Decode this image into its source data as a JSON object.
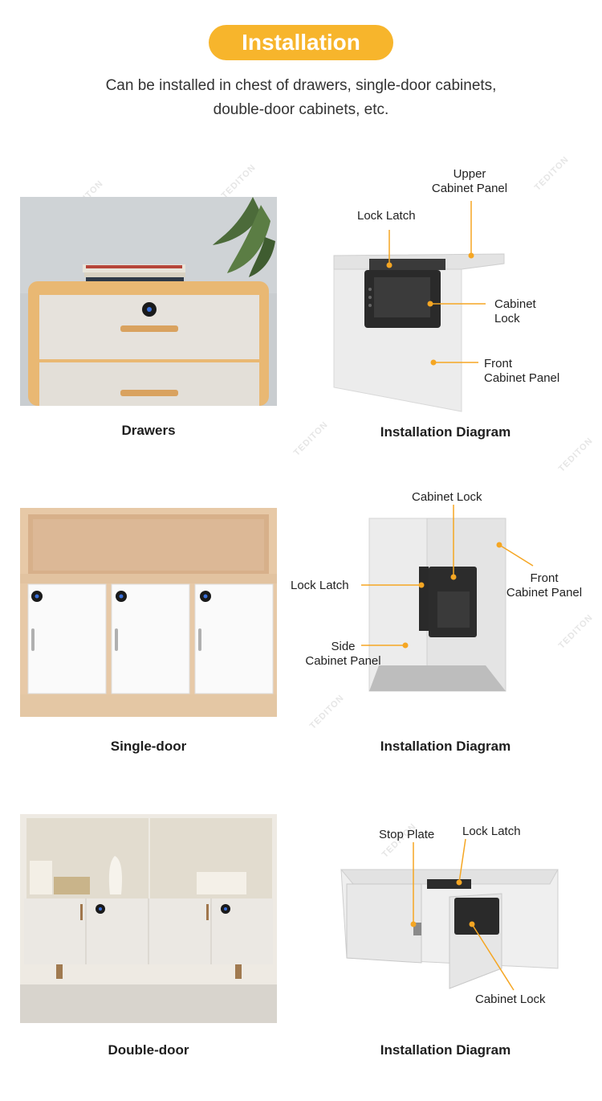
{
  "header": {
    "title": "Installation",
    "subtitle_line1": "Can be installed in chest of drawers, single-door cabinets,",
    "subtitle_line2": "double-door cabinets, etc."
  },
  "sections": [
    {
      "photo_caption": "Drawers",
      "diagram_caption": "Installation Diagram",
      "labels": {
        "upper_panel_1": "Upper",
        "upper_panel_2": "Cabinet Panel",
        "lock_latch": "Lock Latch",
        "cabinet_lock_1": "Cabinet",
        "cabinet_lock_2": "Lock",
        "front_panel_1": "Front",
        "front_panel_2": "Cabinet Panel"
      }
    },
    {
      "photo_caption": "Single-door",
      "diagram_caption": "Installation Diagram",
      "labels": {
        "cabinet_lock": "Cabinet Lock",
        "lock_latch": "Lock Latch",
        "front_panel_1": "Front",
        "front_panel_2": "Cabinet Panel",
        "side_panel_1": "Side",
        "side_panel_2": "Cabinet Panel"
      }
    },
    {
      "photo_caption": "Double-door",
      "diagram_caption": "Installation Diagram",
      "labels": {
        "stop_plate": "Stop Plate",
        "lock_latch": "Lock Latch",
        "cabinet_lock": "Cabinet Lock"
      }
    }
  ],
  "watermark": "TEDITON",
  "colors": {
    "accent": "#f7b52c",
    "leader": "#f5a623",
    "wood": "#e9b873",
    "panel": "#e8e8e8"
  }
}
